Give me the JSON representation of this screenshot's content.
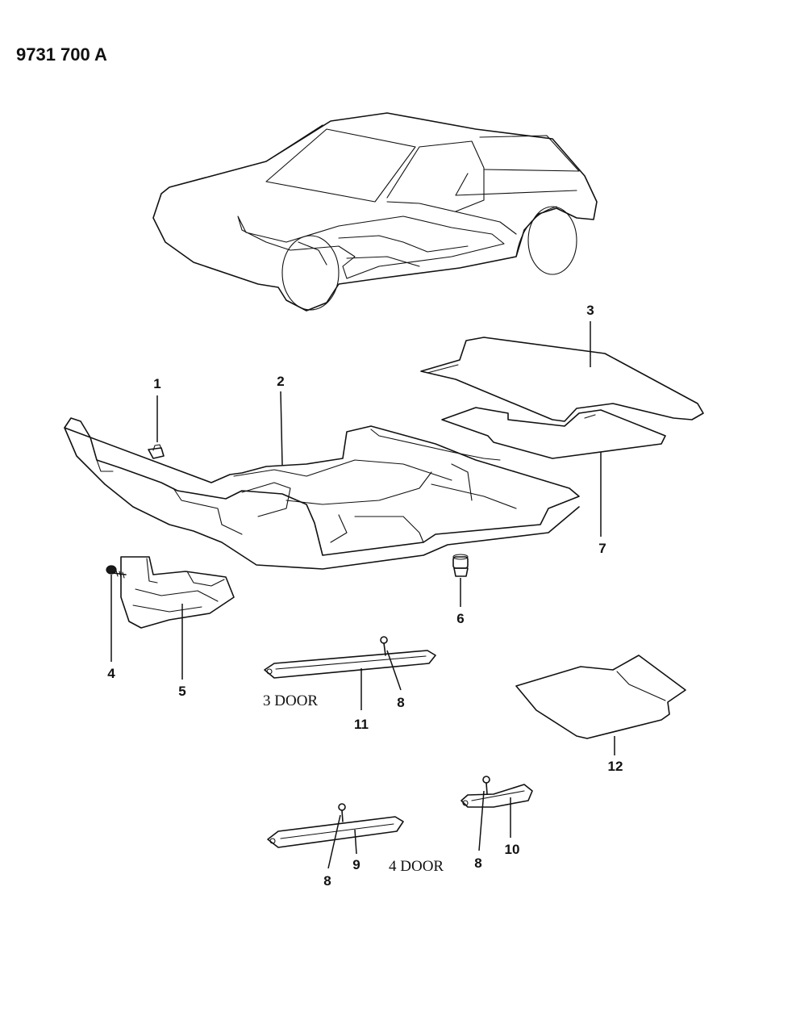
{
  "document_id": "9731 700 A",
  "variants": {
    "three_door": "3 DOOR",
    "four_door": "4 DOOR"
  },
  "callouts": {
    "c1": "1",
    "c2": "2",
    "c3": "3",
    "c4": "4",
    "c5": "5",
    "c6": "6",
    "c7": "7",
    "c8a": "8",
    "c8b": "8",
    "c8c": "8",
    "c9": "9",
    "c10": "10",
    "c11": "11",
    "c12": "12"
  }
}
